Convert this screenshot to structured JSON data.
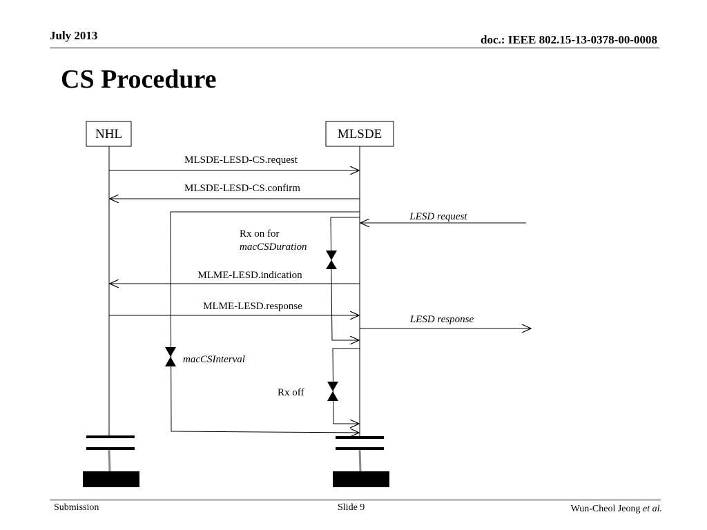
{
  "header": {
    "date": "July 2013",
    "doc_id": "doc.: IEEE 802.15-13-0378-00-0008"
  },
  "title": "CS Procedure",
  "diagram": {
    "entities": {
      "left": "NHL",
      "right": "MLSDE"
    },
    "messages": {
      "m1": "MLSDE-LESD-CS.request",
      "m2": "MLSDE-LESD-CS.confirm",
      "m3": "LESD request",
      "m4": "MLME-LESD.indication",
      "m5": "MLME-LESD.response",
      "m6": "LESD response"
    },
    "timers": {
      "rx_on_line1": "Rx on for",
      "rx_on_line2": "macCSDuration",
      "interval": "macCSInterval",
      "rx_off": "Rx off"
    }
  },
  "footer": {
    "left": "Submission",
    "center": "Slide 9",
    "author": "Wun-Cheol Jeong ",
    "author_suffix": "et al."
  }
}
